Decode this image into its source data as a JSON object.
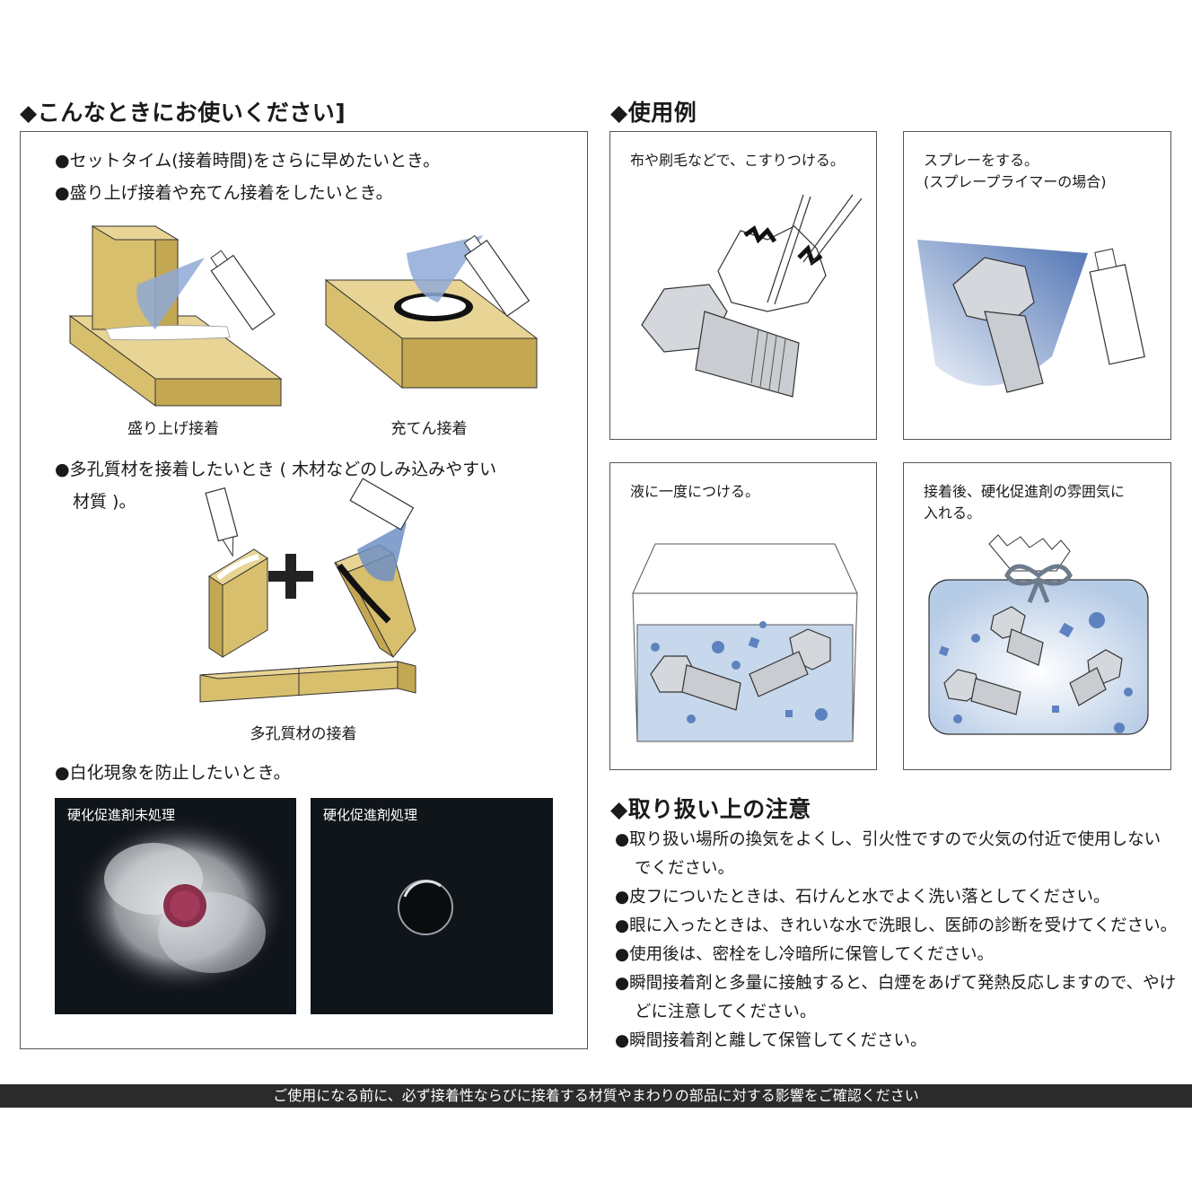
{
  "left_section": {
    "heading": "◆こんなときにお使いください]",
    "bullets_top": [
      "●セットタイム(接着時間)をさらに早めたいとき。",
      "●盛り上げ接着や充てん接着をしたいとき。"
    ],
    "captions_top": [
      "盛り上げ接着",
      "充てん接着"
    ],
    "bullet_porous_line1": "●多孔質材を接着したいとき ( 木材などのしみ込みやすい",
    "bullet_porous_line2": "材質 )。",
    "caption_porous": "多孔質材の接着",
    "bullet_whitening": "●白化現象を防止したいとき。",
    "photos": [
      {
        "label": "硬化促進剤未処理"
      },
      {
        "label": "硬化促進剤処理"
      }
    ]
  },
  "right_section": {
    "heading": "◆使用例",
    "cards": [
      {
        "line1": "布や刷毛などで、こすりつける。",
        "line2": ""
      },
      {
        "line1": "スプレーをする。",
        "line2": "(スプレープライマーの場合)"
      },
      {
        "line1": "液に一度につける。",
        "line2": ""
      },
      {
        "line1": "接着後、硬化促進剤の雰囲気に",
        "line2": "入れる。"
      }
    ],
    "caution_heading": "◆取り扱い上の注意",
    "cautions": [
      "●取り扱い場所の換気をよくし、引火性ですので火気の付近で使用しない",
      "でください。",
      "●皮フについたときは、石けんと水でよく洗い落としてください。",
      "●眼に入ったときは、きれいな水で洗眼し、医師の診断を受けてください。",
      "●使用後は、密栓をし冷暗所に保管してください。",
      "●瞬間接着剤と多量に接触すると、白煙をあげて発熱反応しますので、やけ",
      "どに注意してください。",
      "●瞬間接着剤と離して保管してください。"
    ]
  },
  "footer": "ご使用になる前に、必ず接着性ならびに接着する材質やまわりの部品に対する影響をご確認ください",
  "colors": {
    "wood_top": "#e8d595",
    "wood_side": "#d8bf6d",
    "wood_dark": "#c4a752",
    "spray_blue": "#6f8fc4",
    "bolt_gray": "#c9ccd0",
    "liquid_blue": "#c7d8ec",
    "dot_blue": "#5d82bf",
    "footer_bg": "#2b2b2b"
  }
}
